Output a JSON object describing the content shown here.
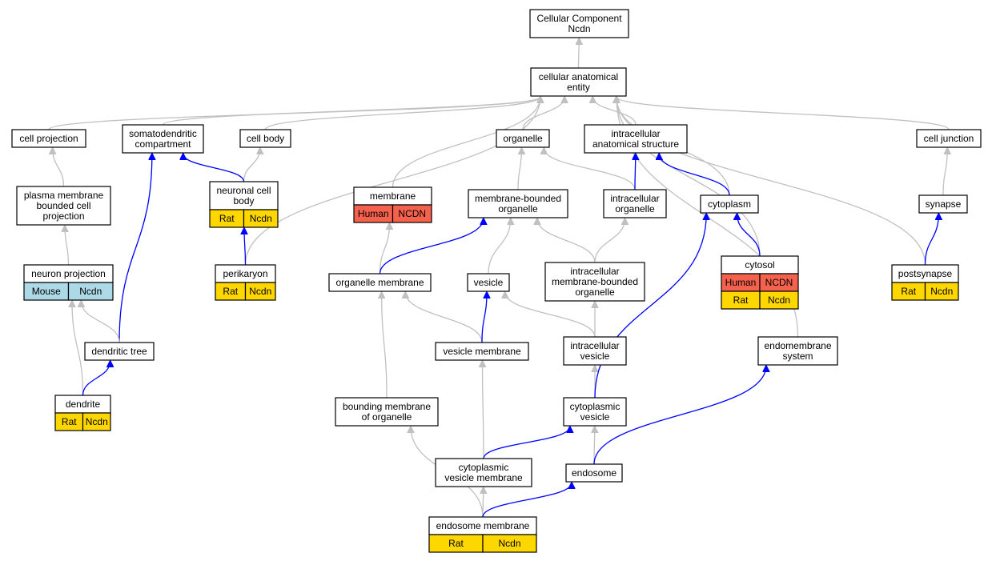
{
  "colors": {
    "is_a_edge": "#c0c0c0",
    "part_of_edge": "#0000ff",
    "human": "#f4624e",
    "rat": "#ffd700",
    "mouse": "#add8e6"
  },
  "nodes": {
    "root": {
      "lines": [
        "Cellular Component",
        "Ncdn"
      ]
    },
    "cae": {
      "lines": [
        "cellular anatomical",
        "entity"
      ]
    },
    "cellproj": {
      "lines": [
        "cell projection"
      ]
    },
    "somato": {
      "lines": [
        "somatodendritic",
        "compartment"
      ]
    },
    "cellbody": {
      "lines": [
        "cell body"
      ]
    },
    "organelle": {
      "lines": [
        "organelle"
      ]
    },
    "ias": {
      "lines": [
        "intracellular",
        "anatomical structure"
      ]
    },
    "celljunc": {
      "lines": [
        "cell junction"
      ]
    },
    "pmbcp": {
      "lines": [
        "plasma membrane",
        "bounded cell",
        "projection"
      ]
    },
    "ncb": {
      "lines": [
        "neuronal cell",
        "body"
      ],
      "tags": [
        {
          "label": "Rat",
          "species": "rat"
        },
        {
          "label": "Ncdn",
          "species": "rat"
        }
      ]
    },
    "membrane": {
      "lines": [
        "membrane"
      ],
      "tags": [
        {
          "label": "Human",
          "species": "human"
        },
        {
          "label": "NCDN",
          "species": "human"
        }
      ]
    },
    "mbo": {
      "lines": [
        "membrane-bounded",
        "organelle"
      ]
    },
    "io": {
      "lines": [
        "intracellular",
        "organelle"
      ]
    },
    "cytoplasm": {
      "lines": [
        "cytoplasm"
      ]
    },
    "synapse": {
      "lines": [
        "synapse"
      ]
    },
    "neuronproj": {
      "lines": [
        "neuron projection"
      ],
      "tags": [
        {
          "label": "Mouse",
          "species": "mouse"
        },
        {
          "label": "Ncdn",
          "species": "mouse"
        }
      ]
    },
    "perikaryon": {
      "lines": [
        "perikaryon"
      ],
      "tags": [
        {
          "label": "Rat",
          "species": "rat"
        },
        {
          "label": "Ncdn",
          "species": "rat"
        }
      ]
    },
    "orgmem": {
      "lines": [
        "organelle membrane"
      ]
    },
    "vesicle": {
      "lines": [
        "vesicle"
      ]
    },
    "imbo": {
      "lines": [
        "intracellular",
        "membrane-bounded",
        "organelle"
      ]
    },
    "cytosol": {
      "lines": [
        "cytosol"
      ],
      "tags": [
        {
          "label": "Human",
          "species": "human"
        },
        {
          "label": "NCDN",
          "species": "human"
        },
        {
          "label": "Rat",
          "species": "rat"
        },
        {
          "label": "Ncdn",
          "species": "rat"
        }
      ]
    },
    "postsynapse": {
      "lines": [
        "postsynapse"
      ],
      "tags": [
        {
          "label": "Rat",
          "species": "rat"
        },
        {
          "label": "Ncdn",
          "species": "rat"
        }
      ]
    },
    "dtree": {
      "lines": [
        "dendritic tree"
      ]
    },
    "vesmem": {
      "lines": [
        "vesicle membrane"
      ]
    },
    "iv": {
      "lines": [
        "intracellular",
        "vesicle"
      ]
    },
    "endosys": {
      "lines": [
        "endomembrane",
        "system"
      ]
    },
    "dendrite": {
      "lines": [
        "dendrite"
      ],
      "tags": [
        {
          "label": "Rat",
          "species": "rat"
        },
        {
          "label": "Ncdn",
          "species": "rat"
        }
      ]
    },
    "bmo": {
      "lines": [
        "bounding membrane",
        "of organelle"
      ]
    },
    "cv": {
      "lines": [
        "cytoplasmic",
        "vesicle"
      ]
    },
    "cvm": {
      "lines": [
        "cytoplasmic",
        "vesicle membrane"
      ]
    },
    "endosome": {
      "lines": [
        "endosome"
      ]
    },
    "endomem": {
      "lines": [
        "endosome membrane"
      ],
      "tags": [
        {
          "label": "Rat",
          "species": "rat"
        },
        {
          "label": "Ncdn",
          "species": "rat"
        }
      ]
    }
  },
  "edges": [
    {
      "from": "cae",
      "to": "root",
      "type": "is_a"
    },
    {
      "from": "cellproj",
      "to": "cae",
      "type": "is_a"
    },
    {
      "from": "somato",
      "to": "cae",
      "type": "is_a"
    },
    {
      "from": "cellbody",
      "to": "cae",
      "type": "is_a"
    },
    {
      "from": "organelle",
      "to": "cae",
      "type": "is_a"
    },
    {
      "from": "ias",
      "to": "cae",
      "type": "is_a"
    },
    {
      "from": "celljunc",
      "to": "cae",
      "type": "is_a"
    },
    {
      "from": "membrane",
      "to": "cae",
      "type": "is_a"
    },
    {
      "from": "perikaryon",
      "to": "cae",
      "type": "is_a"
    },
    {
      "from": "cytoplasm",
      "to": "cae",
      "type": "is_a"
    },
    {
      "from": "cytosol",
      "to": "cae",
      "type": "is_a"
    },
    {
      "from": "endosys",
      "to": "cae",
      "type": "is_a"
    },
    {
      "from": "postsynapse",
      "to": "cae",
      "type": "is_a"
    },
    {
      "from": "pmbcp",
      "to": "cellproj",
      "type": "is_a"
    },
    {
      "from": "neuronproj",
      "to": "pmbcp",
      "type": "is_a"
    },
    {
      "from": "ncb",
      "to": "cellbody",
      "type": "is_a"
    },
    {
      "from": "ncb",
      "to": "somato",
      "type": "part_of"
    },
    {
      "from": "perikaryon",
      "to": "ncb",
      "type": "part_of"
    },
    {
      "from": "dtree",
      "to": "somato",
      "type": "part_of"
    },
    {
      "from": "dtree",
      "to": "neuronproj",
      "type": "is_a"
    },
    {
      "from": "dendrite",
      "to": "neuronproj",
      "type": "is_a"
    },
    {
      "from": "dendrite",
      "to": "dtree",
      "type": "part_of"
    },
    {
      "from": "mbo",
      "to": "organelle",
      "type": "is_a"
    },
    {
      "from": "io",
      "to": "organelle",
      "type": "is_a"
    },
    {
      "from": "io",
      "to": "ias",
      "type": "part_of"
    },
    {
      "from": "cytoplasm",
      "to": "ias",
      "type": "part_of"
    },
    {
      "from": "cytosol",
      "to": "cytoplasm",
      "type": "part_of"
    },
    {
      "from": "synapse",
      "to": "celljunc",
      "type": "is_a"
    },
    {
      "from": "postsynapse",
      "to": "synapse",
      "type": "part_of"
    },
    {
      "from": "orgmem",
      "to": "membrane",
      "type": "is_a"
    },
    {
      "from": "orgmem",
      "to": "mbo",
      "type": "part_of"
    },
    {
      "from": "vesicle",
      "to": "mbo",
      "type": "is_a"
    },
    {
      "from": "imbo",
      "to": "mbo",
      "type": "is_a"
    },
    {
      "from": "imbo",
      "to": "io",
      "type": "is_a"
    },
    {
      "from": "vesmem",
      "to": "orgmem",
      "type": "is_a"
    },
    {
      "from": "vesmem",
      "to": "vesicle",
      "type": "part_of"
    },
    {
      "from": "iv",
      "to": "vesicle",
      "type": "is_a"
    },
    {
      "from": "iv",
      "to": "imbo",
      "type": "is_a"
    },
    {
      "from": "bmo",
      "to": "orgmem",
      "type": "is_a"
    },
    {
      "from": "cv",
      "to": "iv",
      "type": "is_a"
    },
    {
      "from": "cv",
      "to": "cytoplasm",
      "type": "part_of"
    },
    {
      "from": "cvm",
      "to": "vesmem",
      "type": "is_a"
    },
    {
      "from": "cvm",
      "to": "cv",
      "type": "part_of"
    },
    {
      "from": "endosome",
      "to": "cv",
      "type": "is_a"
    },
    {
      "from": "endosome",
      "to": "endosys",
      "type": "part_of"
    },
    {
      "from": "endomem",
      "to": "bmo",
      "type": "is_a"
    },
    {
      "from": "endomem",
      "to": "cvm",
      "type": "is_a"
    },
    {
      "from": "endomem",
      "to": "endosome",
      "type": "part_of"
    }
  ]
}
